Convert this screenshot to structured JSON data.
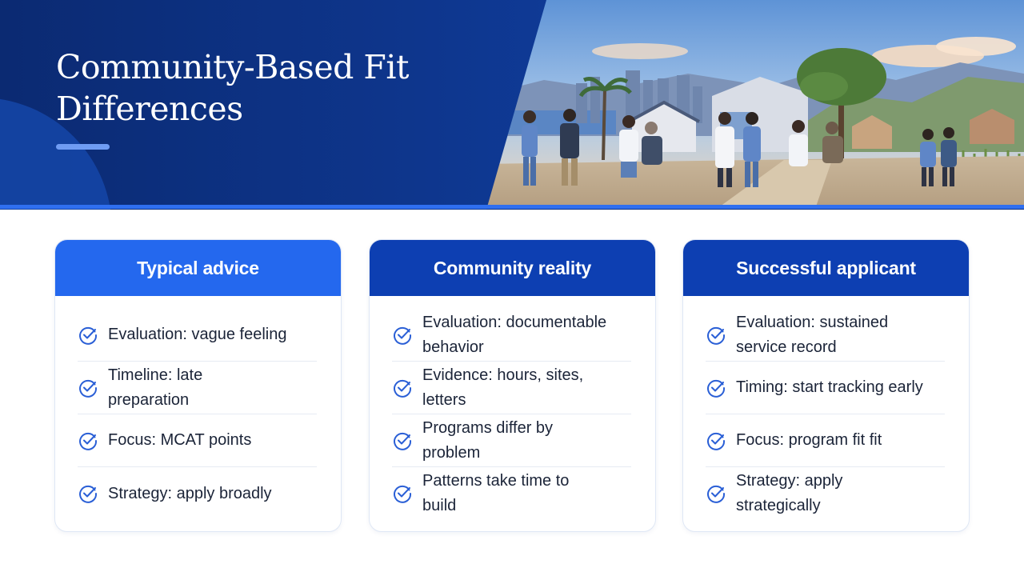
{
  "header": {
    "title_line1": "Community-Based Fit",
    "title_line2": "Differences"
  },
  "colors": {
    "navy": "#0b2a72",
    "blue": "#2468ee",
    "dark_blue": "#0d3fb2",
    "accent": "#2f6ff0",
    "text": "#1b2438"
  },
  "icons": {
    "item_icon": "check-circle-icon"
  },
  "cards": [
    {
      "title": "Typical advice",
      "items": [
        "Evaluation: vague feeling",
        "Timeline: late preparation",
        "Focus: MCAT points",
        "Strategy: apply broadly"
      ]
    },
    {
      "title": "Community reality",
      "items": [
        "Evaluation: documentable behavior",
        "Evidence: hours, sites, letters",
        "Programs differ by problem",
        "Patterns take time to build"
      ]
    },
    {
      "title": "Successful applicant",
      "items": [
        "Evaluation: sustained service record",
        "Timing: start tracking early",
        "Focus: program fit fit",
        "Strategy: apply strategically"
      ]
    }
  ]
}
